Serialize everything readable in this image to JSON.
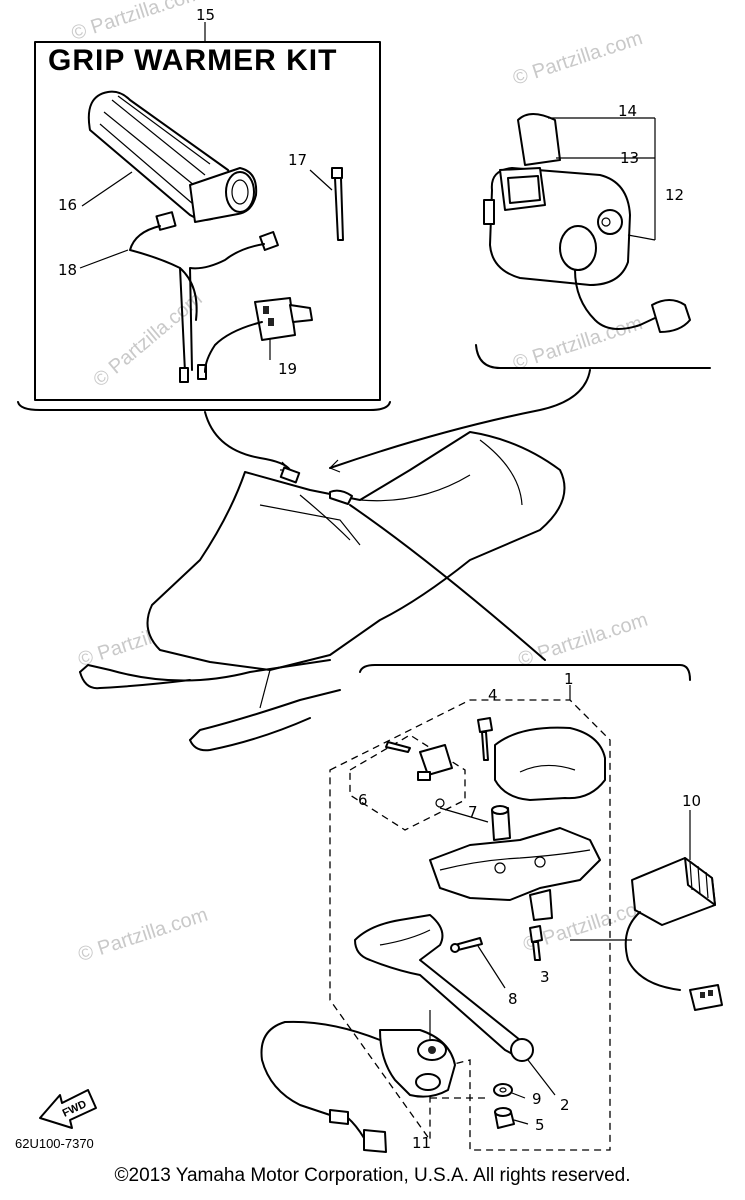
{
  "kit": {
    "title": "GRIP WARMER KIT"
  },
  "callouts": {
    "c1": "1",
    "c2": "2",
    "c3": "3",
    "c4": "4",
    "c5": "5",
    "c6": "6",
    "c7": "7",
    "c8": "8",
    "c9": "9",
    "c10": "10",
    "c11": "11",
    "c12": "12",
    "c13": "13",
    "c14": "14",
    "c15": "15",
    "c16": "16",
    "c17": "17",
    "c18": "18",
    "c19": "19"
  },
  "watermark": "© Partzilla.com",
  "fwd_label": "FWD",
  "diagram_code": "62U100-7370",
  "copyright": "©2013 Yamaha Motor Corporation, U.S.A. All rights reserved."
}
